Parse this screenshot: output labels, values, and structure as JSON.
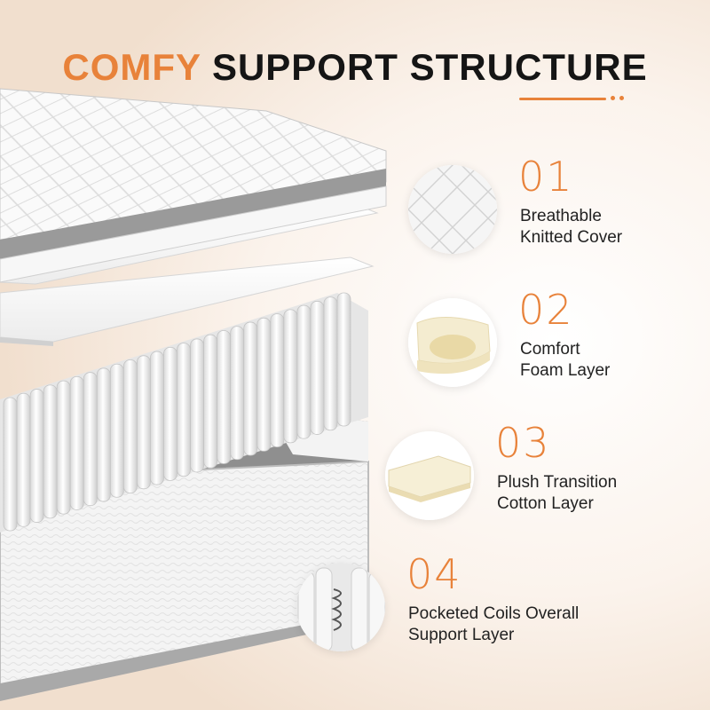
{
  "title": {
    "accent": "COMFY",
    "rest": "SUPPORT STRUCTURE"
  },
  "accent_color": "#e8823a",
  "features": [
    {
      "number": "01",
      "line1": "Breathable",
      "line2": "Knitted Cover",
      "icon": "knitted-cover-swatch"
    },
    {
      "number": "02",
      "line1": "Comfort",
      "line2": "Foam Layer",
      "icon": "foam-layer-swatch"
    },
    {
      "number": "03",
      "line1": "Plush Transition",
      "line2": "Cotton Layer",
      "icon": "cotton-layer-swatch"
    },
    {
      "number": "04",
      "line1": "Pocketed Coils Overall",
      "line2": "Support Layer",
      "icon": "pocketed-coil-swatch"
    }
  ]
}
